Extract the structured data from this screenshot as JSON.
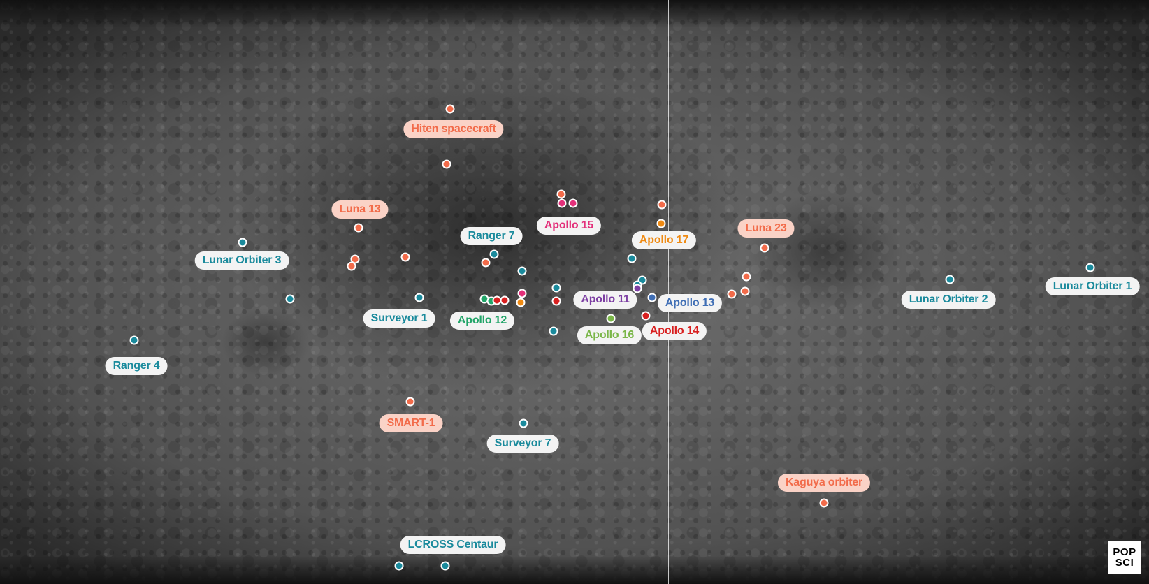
{
  "colors": {
    "teal": "#1a8a9c",
    "salmon": "#f26b4a",
    "pink": "#e3307a",
    "green": "#22a569",
    "red": "#d92020",
    "orange": "#ef8a12",
    "purple": "#7d3fa3",
    "blue": "#3f6eb5",
    "lightgreen": "#7ab648"
  },
  "labels": {
    "hiten": "Hiten spacecraft",
    "luna13": "Luna 13",
    "apollo15": "Apollo 15",
    "ranger7": "Ranger 7",
    "apollo17": "Apollo 17",
    "luna23": "Luna 23",
    "lunar_orbiter_3": "Lunar Orbiter 3",
    "lunar_orbiter_1": "Lunar Orbiter 1",
    "lunar_orbiter_2": "Lunar Orbiter 2",
    "apollo11": "Apollo 11",
    "apollo13": "Apollo 13",
    "surveyor1": "Surveyor 1",
    "apollo12": "Apollo 12",
    "apollo14": "Apollo 14",
    "apollo16": "Apollo 16",
    "ranger4": "Ranger 4",
    "smart1": "SMART-1",
    "surveyor7": "Surveyor 7",
    "kaguya": "Kaguya orbiter",
    "lcross": "LCROSS Centaur"
  },
  "logo": {
    "line1": "POP",
    "line2": "SCI"
  }
}
